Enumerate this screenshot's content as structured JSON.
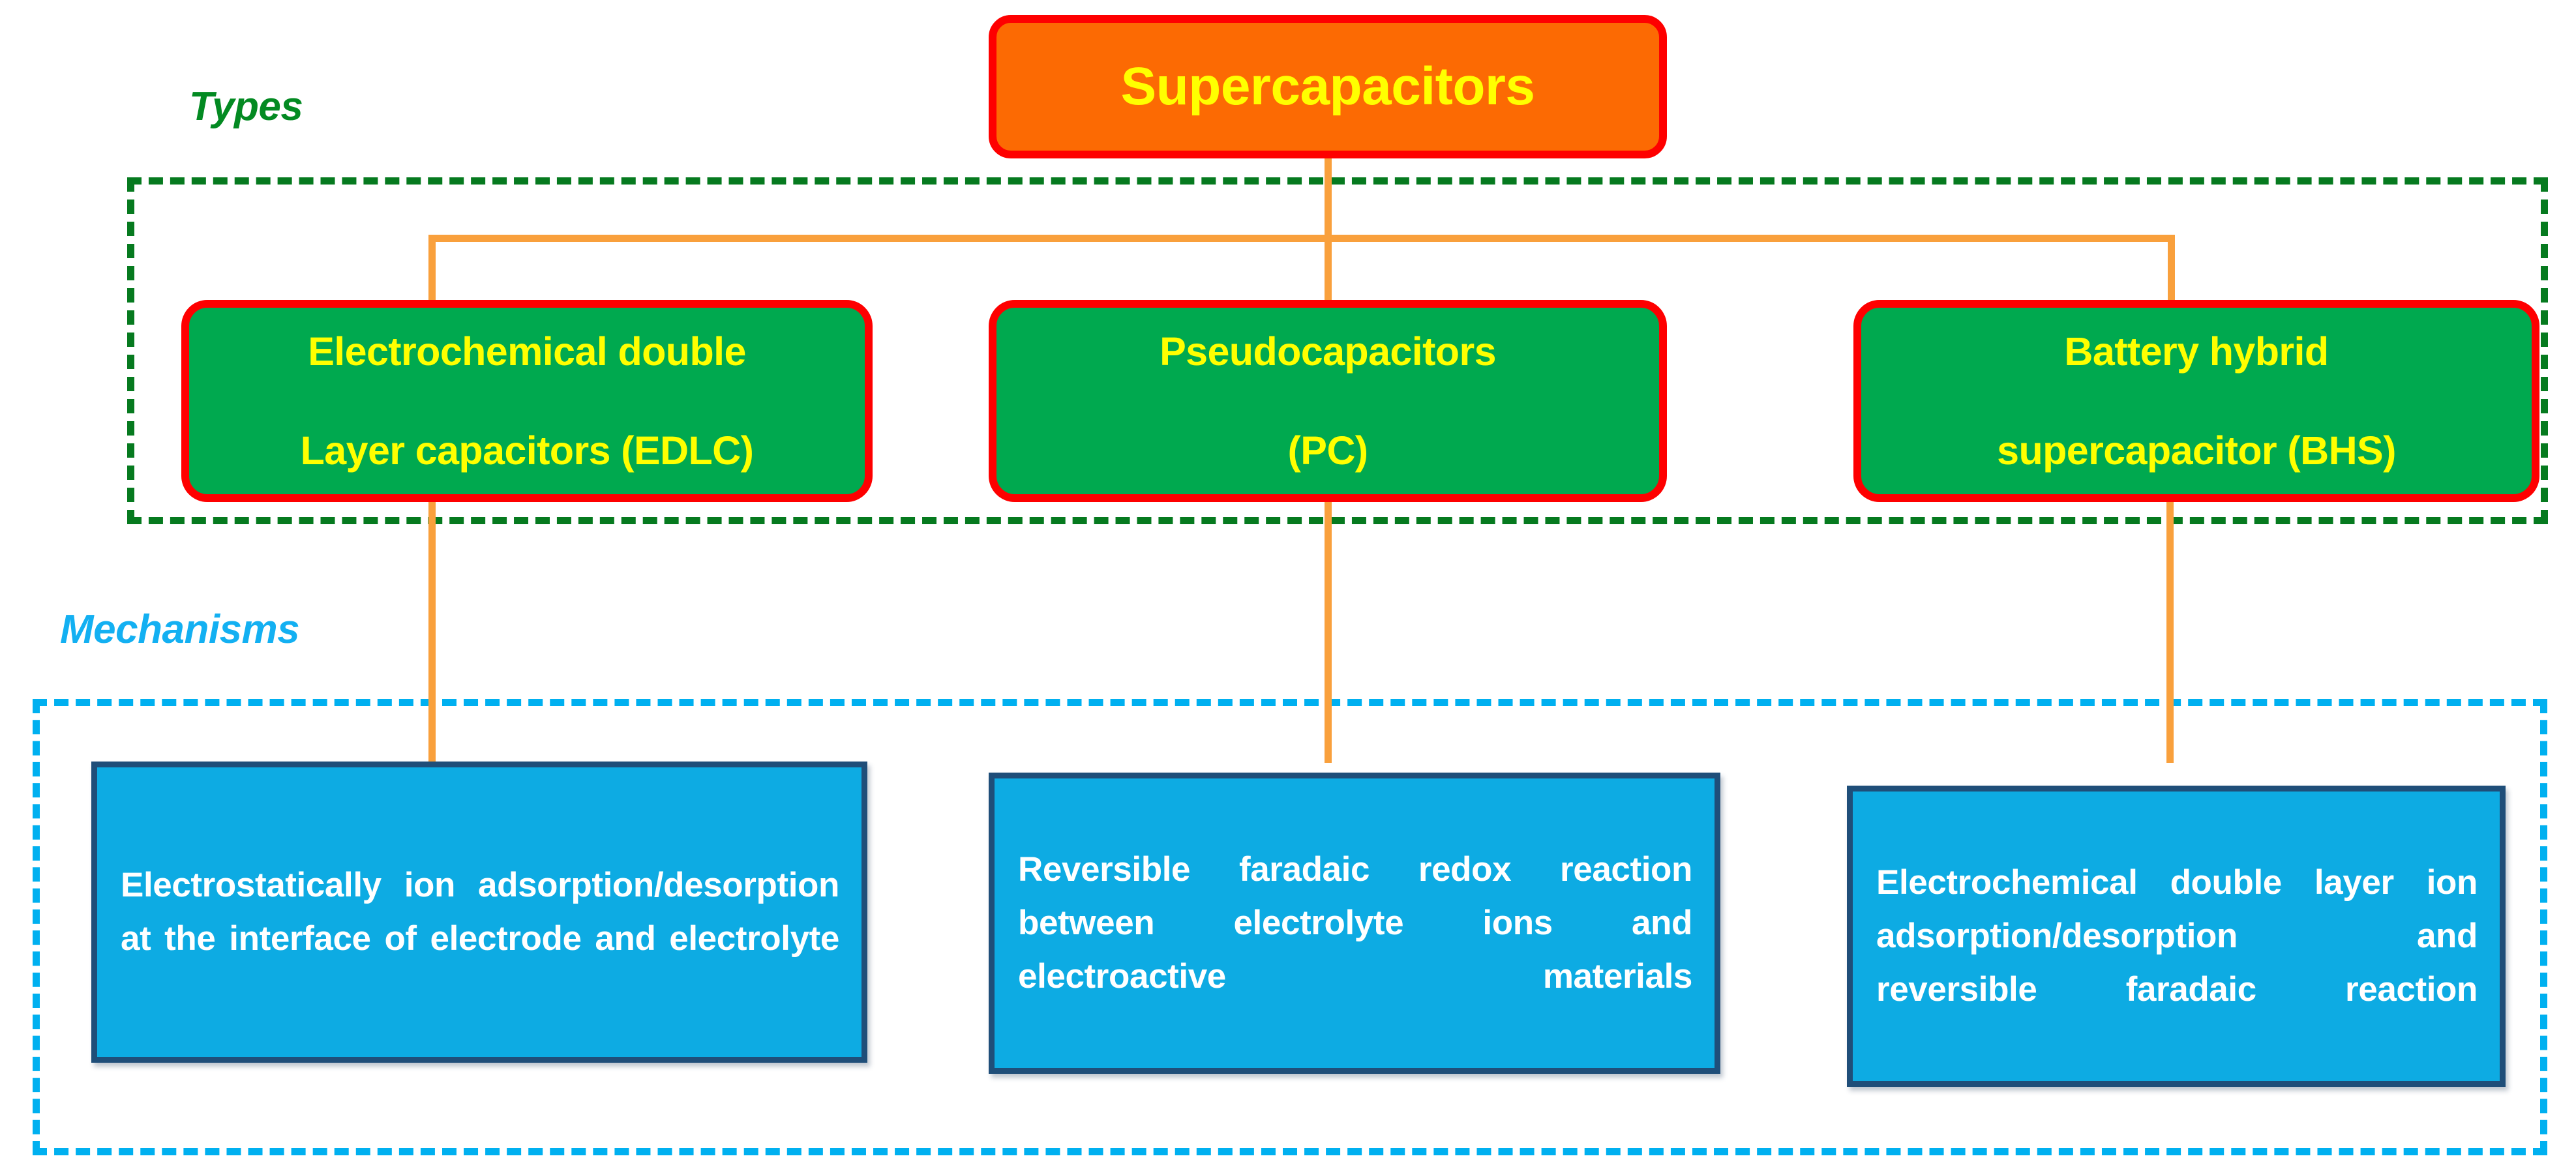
{
  "diagram": {
    "root": {
      "label": "Supercapacitors",
      "fill": "#fc6a03",
      "border": "#fe0000",
      "text_color": "#ffff00"
    },
    "groups": {
      "types": {
        "label": "Types",
        "border_color": "#067a1f",
        "border_style": "dashed",
        "label_color": "#038a22"
      },
      "mechanisms": {
        "label": "Mechanisms",
        "border_color": "#00b0f0",
        "border_style": "dashed",
        "label_color": "#13b0f2"
      }
    },
    "types": [
      {
        "line1": "Electrochemical double",
        "line2": "Layer capacitors (EDLC)"
      },
      {
        "line1": "Pseudocapacitors",
        "line2": "(PC)"
      },
      {
        "line1": "Battery hybrid",
        "line2": "supercapacitor (BHS)"
      }
    ],
    "mechanisms": [
      {
        "text": "Electrostatically ion adsorption/desorption at the interface of electrode and electrolyte"
      },
      {
        "text": "Reversible faradaic redox reaction between electrolyte ions and electroactive materials"
      },
      {
        "text": "Electrochemical double layer ion adsorption/desorption and reversible faradaic reaction"
      }
    ],
    "colors": {
      "type_fill": "#00a94f",
      "type_border": "#fe0000",
      "type_text": "#ffff00",
      "mechanism_fill": "#0dabe3",
      "mechanism_border": "#1f4e79",
      "mechanism_text": "#ffffff",
      "connector": "#f9a03c",
      "background": "#ffffff"
    }
  }
}
